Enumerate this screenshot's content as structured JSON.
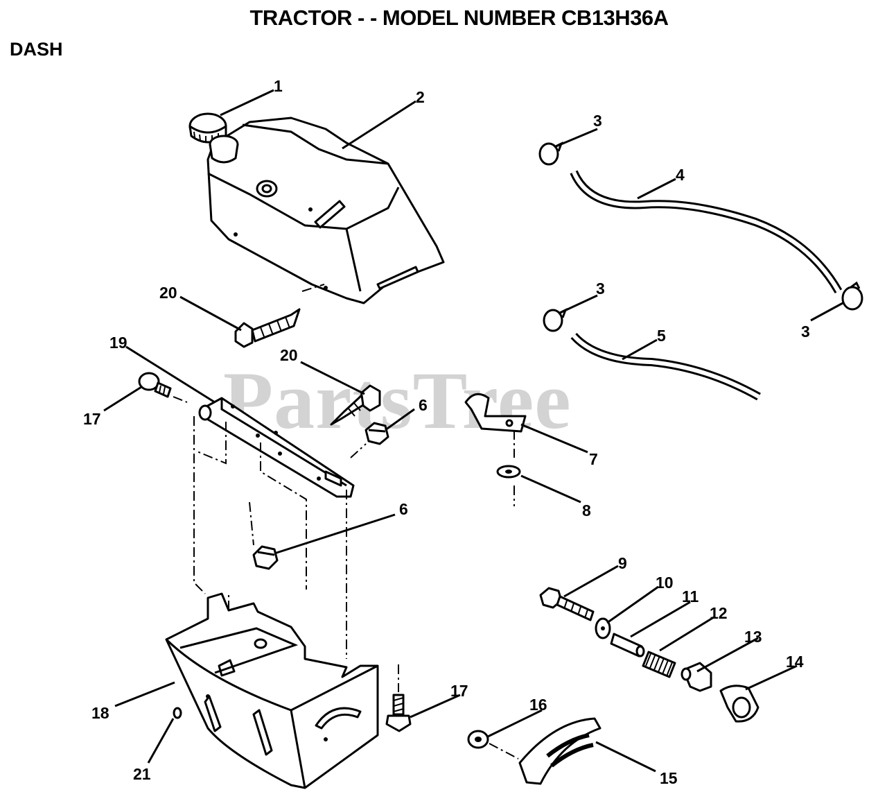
{
  "header": {
    "title": "TRACTOR - - MODEL NUMBER CB13H36A",
    "section": "DASH"
  },
  "watermark": "PartsTree",
  "callouts": [
    "1",
    "2",
    "3",
    "4",
    "3",
    "3",
    "5",
    "20",
    "19",
    "20",
    "17",
    "6",
    "7",
    "8",
    "6",
    "9",
    "10",
    "11",
    "12",
    "13",
    "14",
    "17",
    "16",
    "18",
    "21",
    "15"
  ],
  "colors": {
    "line": "#000000",
    "background": "#ffffff",
    "watermark": "#d3d3d3"
  }
}
